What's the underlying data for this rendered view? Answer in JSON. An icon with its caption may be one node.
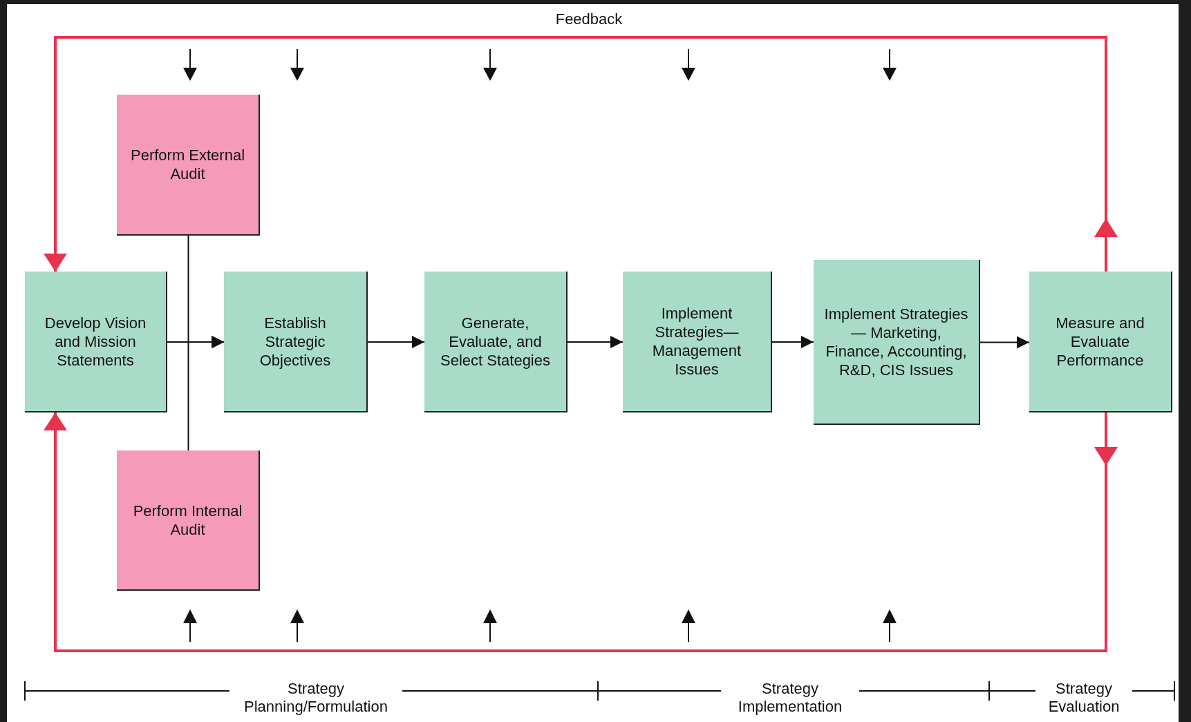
{
  "diagram": {
    "nodes": [
      {
        "text": [
          "Develop Vision and Mission Statements"
        ]
      },
      {
        "text": [
          "Perform External Audit"
        ]
      },
      {
        "text": [
          "Perform Internal Audit"
        ]
      },
      {
        "text": [
          "Establish Strategic Objectives"
        ]
      },
      {
        "text": [
          "Generate, Evaluate, and Select Stategies"
        ]
      },
      {
        "text": [
          "Implement Strategies— Management Issues"
        ]
      },
      {
        "text": [
          "Implement Strategies— Marketing, Finance, Accounting, R&D, CIS Issues"
        ]
      },
      {
        "text": [
          "Measure and Evaluate Performance"
        ]
      }
    ],
    "edges": [
      {
        "from": 0,
        "to": 3,
        "arrow": "to"
      },
      {
        "from": 1,
        "to": 3,
        "arrow": "to"
      },
      {
        "from": 2,
        "to": 3,
        "arrow": "to"
      },
      {
        "from": 3,
        "to": 4,
        "arrow": "to"
      },
      {
        "from": 4,
        "to": 5,
        "arrow": "to"
      },
      {
        "from": 5,
        "to": 6,
        "arrow": "to"
      },
      {
        "from": 6,
        "to": 7,
        "arrow": "to"
      },
      {
        "from": 7,
        "to": 0,
        "arrow": "to",
        "label": "Feedback",
        "color": "#e8334f"
      },
      {
        "from": 7,
        "to": 0,
        "arrow": "to",
        "color": "#e8334f"
      }
    ],
    "labels": [
      "Strategy Planning/Formulation",
      "Strategy Implementation",
      "Strategy Evaluation"
    ]
  }
}
